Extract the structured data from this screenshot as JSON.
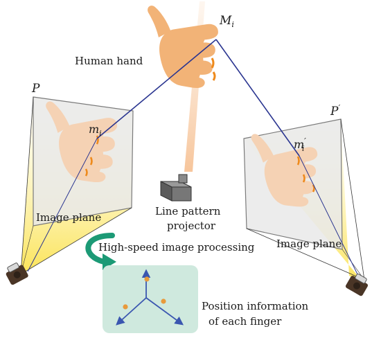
{
  "labels": {
    "human_hand": "Human hand",
    "image_plane_left": "Image plane",
    "image_plane_right": "Image plane",
    "projector_line1": "Line pattern",
    "projector_line2": "projector",
    "processing": "High-speed image processing",
    "position_line1": "Position information",
    "position_line2": "of each finger"
  },
  "math": {
    "M": "M",
    "M_sub": "i",
    "m": "m",
    "m_sub": "i",
    "mp": "m",
    "mp_prime": "′",
    "mp_sub": "i",
    "P": "P",
    "Pp": "P",
    "Pp_prime": "′"
  },
  "colors": {
    "ray": "#2a3590",
    "hand": "#f2b377",
    "hand_faded": "#f5d2b4",
    "finger_band": "#ee8a1c",
    "plane_fill": "#e9e9e9",
    "plane_stroke": "#7a7a7a",
    "frustum": "#fbe24e",
    "panel": "#cfe9de",
    "axis": "#3a56b0",
    "dot": "#e89a3b",
    "curved_arrow": "#1c9a76"
  },
  "icons": [
    "camera-icon",
    "projector-icon",
    "curved-arrow-icon"
  ]
}
